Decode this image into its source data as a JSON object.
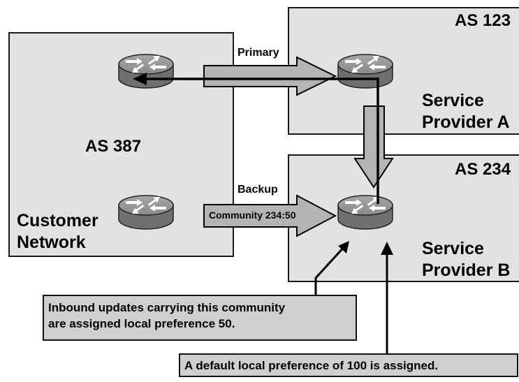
{
  "customer": {
    "as": "AS 387",
    "name_line1": "Customer",
    "name_line2": "Network"
  },
  "provider_a": {
    "as": "AS 123",
    "name_line1": "Service",
    "name_line2": "Provider A"
  },
  "provider_b": {
    "as": "AS 234",
    "name_line1": "Service",
    "name_line2": "Provider B"
  },
  "links": {
    "primary": "Primary",
    "backup": "Backup",
    "community": "Community 234:50"
  },
  "callouts": {
    "community_line1": "Inbound updates carrying this community",
    "community_line2": "are assigned local preference 50.",
    "default_pref": "A default local preference of 100 is assigned."
  },
  "icons": {
    "router": "router-icon"
  },
  "colors": {
    "box_fill": "#e2e2e2",
    "arrow_fill": "#b4b4b4",
    "router_fill": "#8c8c8c"
  }
}
